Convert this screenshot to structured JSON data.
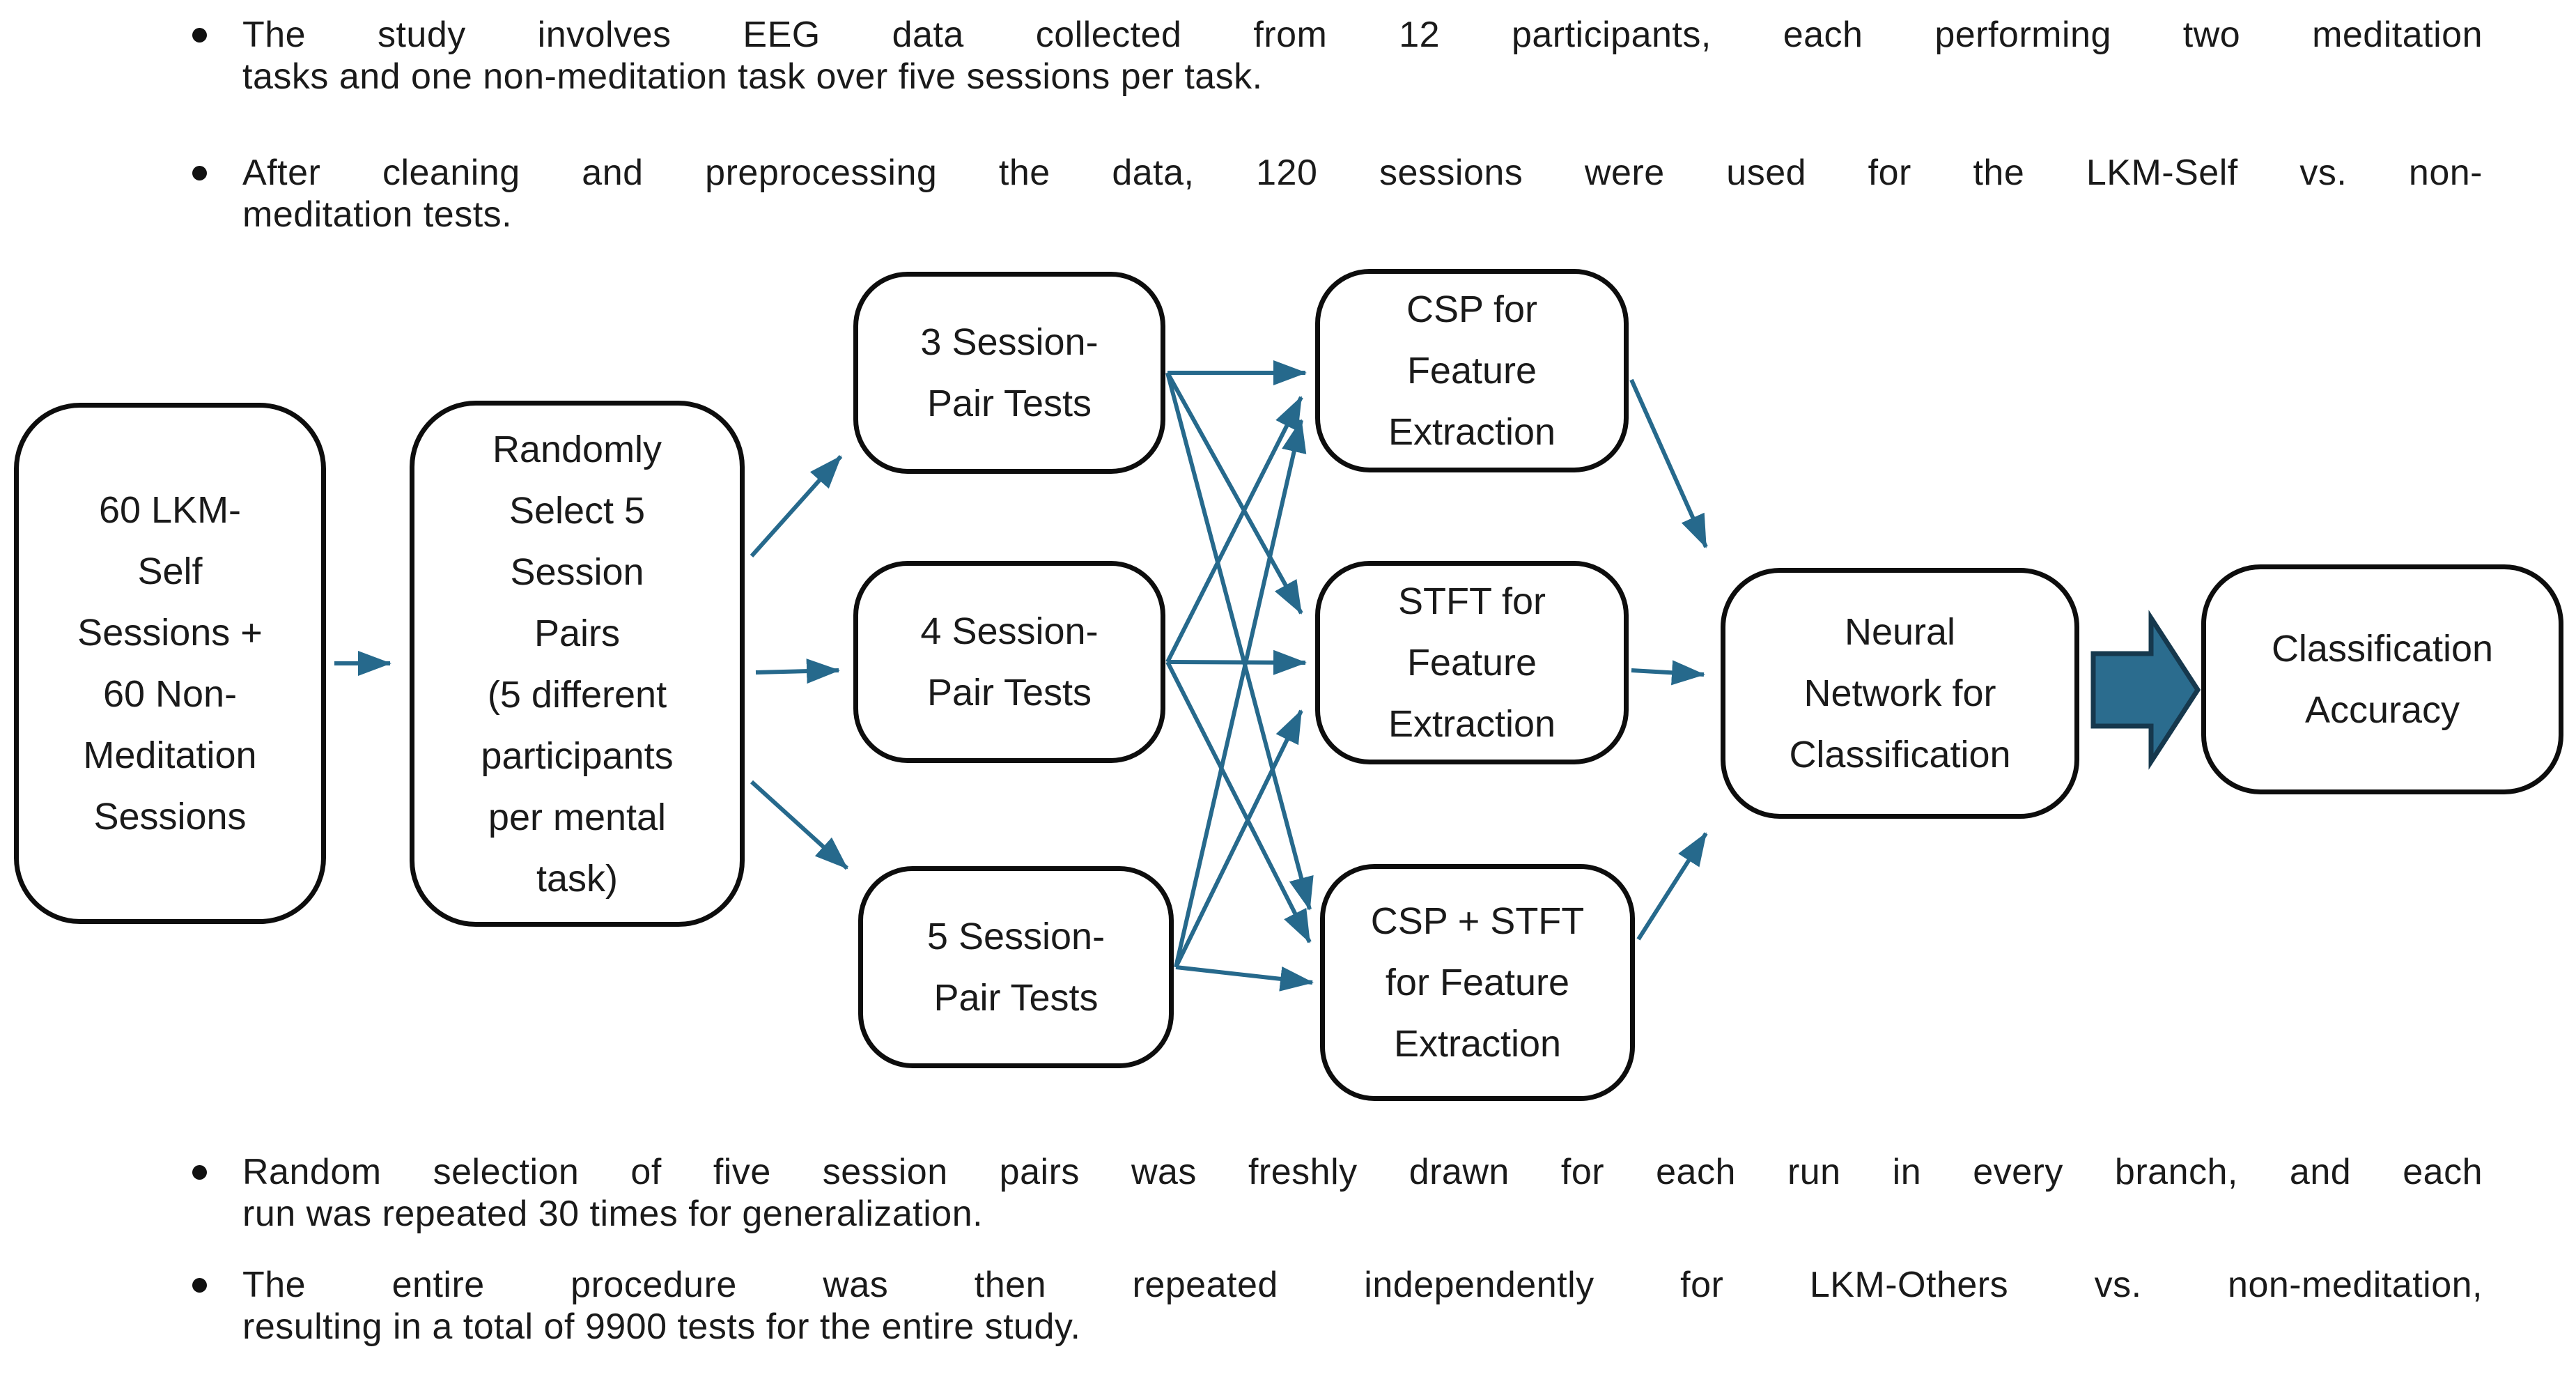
{
  "colors": {
    "arrow": "#26698c",
    "block_arrow_fill": "#2b6c8e",
    "block_arrow_stroke": "#16384d",
    "box_border": "#0d0d0d",
    "text": "#1a1a1a",
    "background": "#ffffff"
  },
  "bullets": {
    "top": [
      {
        "line1": "The study involves EEG data collected from 12 participants, each performing two meditation",
        "line2": "tasks and one non-meditation task over five sessions per task."
      },
      {
        "line1": "After cleaning and preprocessing the data, 120 sessions were used for the LKM-Self vs. non-",
        "line2": "meditation tests."
      }
    ],
    "bottom": [
      {
        "line1": "Random selection of five session pairs was freshly drawn for each run in every branch, and each",
        "line2": "run was repeated 30 times for generalization."
      },
      {
        "line1": "The entire procedure was then repeated independently for LKM-Others vs. non-meditation,",
        "line2": "resulting in a total of 9900 tests for the entire study."
      }
    ]
  },
  "flowchart": {
    "nodes": {
      "input": {
        "label": "60 LKM-\nSelf\nSessions +\n60 Non-\nMeditation\nSessions"
      },
      "random_select": {
        "label": "Randomly\nSelect 5\nSession\nPairs\n(5 different\nparticipants\nper mental\ntask)"
      },
      "pair3": {
        "label": "3 Session-\nPair Tests"
      },
      "pair4": {
        "label": "4 Session-\nPair Tests"
      },
      "pair5": {
        "label": "5 Session-\nPair Tests"
      },
      "csp": {
        "label": "CSP for\nFeature\nExtraction"
      },
      "stft": {
        "label": "STFT for\nFeature\nExtraction"
      },
      "csp_stft": {
        "label": "CSP + STFT\nfor Feature\nExtraction"
      },
      "nn": {
        "label": "Neural\nNetwork for\nClassification"
      },
      "accuracy": {
        "label": "Classification\nAccuracy"
      }
    }
  }
}
